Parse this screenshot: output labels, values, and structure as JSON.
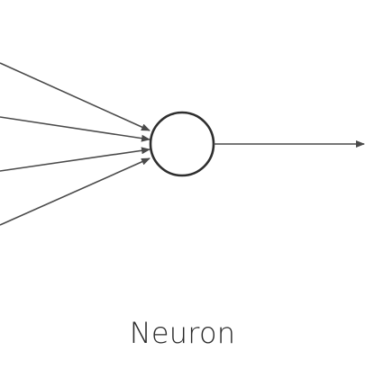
{
  "caption": "Neuron",
  "colors": {
    "stroke": "#4a4a4a",
    "node_stroke": "#2e2e2e",
    "text": "#2a2a2a",
    "background": "#ffffff"
  },
  "diagram": {
    "input_count": 4,
    "output_count": 1,
    "node_shape": "circle"
  }
}
